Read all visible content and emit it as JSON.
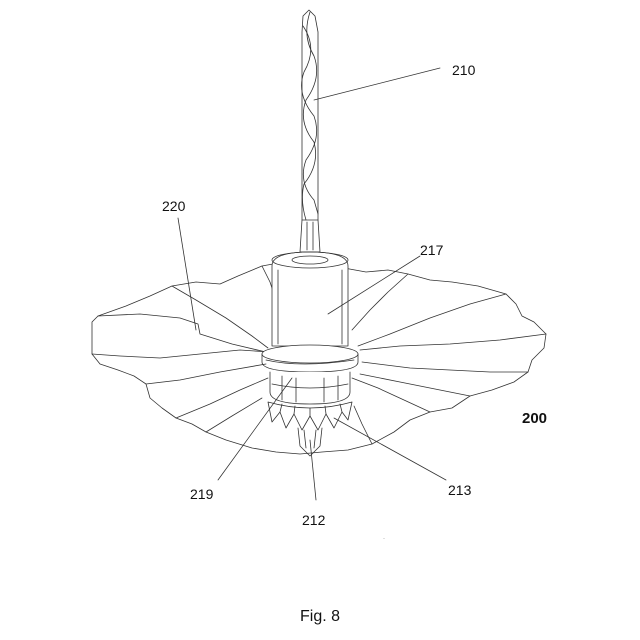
{
  "figure": {
    "labels": {
      "drill_bit": "210",
      "sheet": "220",
      "sleeve": "217",
      "assembly": "200",
      "ring": "219",
      "tip": "212",
      "crown": "213"
    },
    "stray_mark": "·",
    "caption": "Fig. 8"
  }
}
